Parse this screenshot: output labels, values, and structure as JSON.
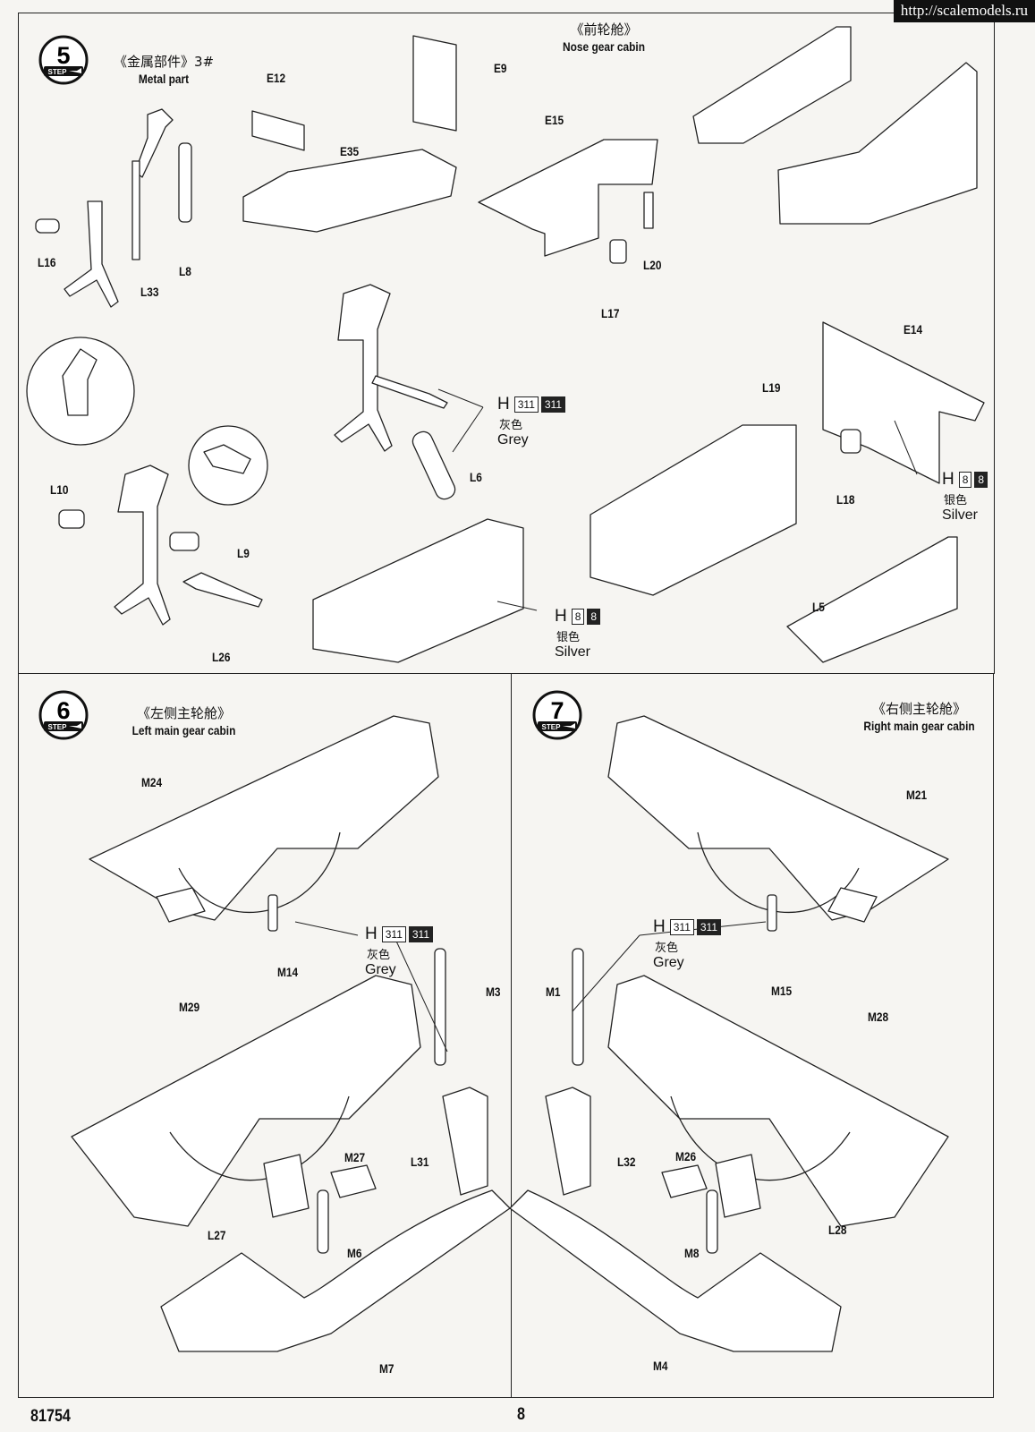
{
  "watermark": "http://scalemodels.ru",
  "steps": [
    {
      "number": "5",
      "step_word": "STEP",
      "sub_title_cn": "《金属部件》3#",
      "sub_title_en": "Metal part",
      "title_cn": "《前轮舱》",
      "title_en": "Nose gear cabin"
    },
    {
      "number": "6",
      "step_word": "STEP",
      "title_cn": "《左侧主轮舱》",
      "title_en": "Left main gear cabin"
    },
    {
      "number": "7",
      "step_word": "STEP",
      "title_cn": "《右侧主轮舱》",
      "title_en": "Right main gear cabin"
    }
  ],
  "parts": {
    "E12": "E12",
    "E9": "E9",
    "E35": "E35",
    "E15": "E15",
    "L16": "L16",
    "L33": "L33",
    "L8": "L8",
    "L20": "L20",
    "L17": "L17",
    "E14": "E14",
    "L19": "L19",
    "L18": "L18",
    "L6": "L6",
    "L10": "L10",
    "L9": "L9",
    "L26": "L26",
    "L5": "L5",
    "M24": "M24",
    "M29": "M29",
    "M14": "M14",
    "M3": "M3",
    "M27": "M27",
    "L31": "L31",
    "L27": "L27",
    "M6": "M6",
    "M7": "M7",
    "M21": "M21",
    "M15": "M15",
    "M28": "M28",
    "M1": "M1",
    "L32": "L32",
    "M26": "M26",
    "L28": "L28",
    "M8": "M8",
    "M4": "M4"
  },
  "paint": {
    "grey": {
      "letter": "H",
      "code_a": "311",
      "code_b": "311",
      "name_cn": "灰色",
      "name_en": "Grey"
    },
    "silver": {
      "letter": "H",
      "code_a": "8",
      "code_b": "8",
      "name_cn": "银色",
      "name_en": "Silver"
    }
  },
  "footer": {
    "kit_number": "81754",
    "page_number": "8"
  }
}
